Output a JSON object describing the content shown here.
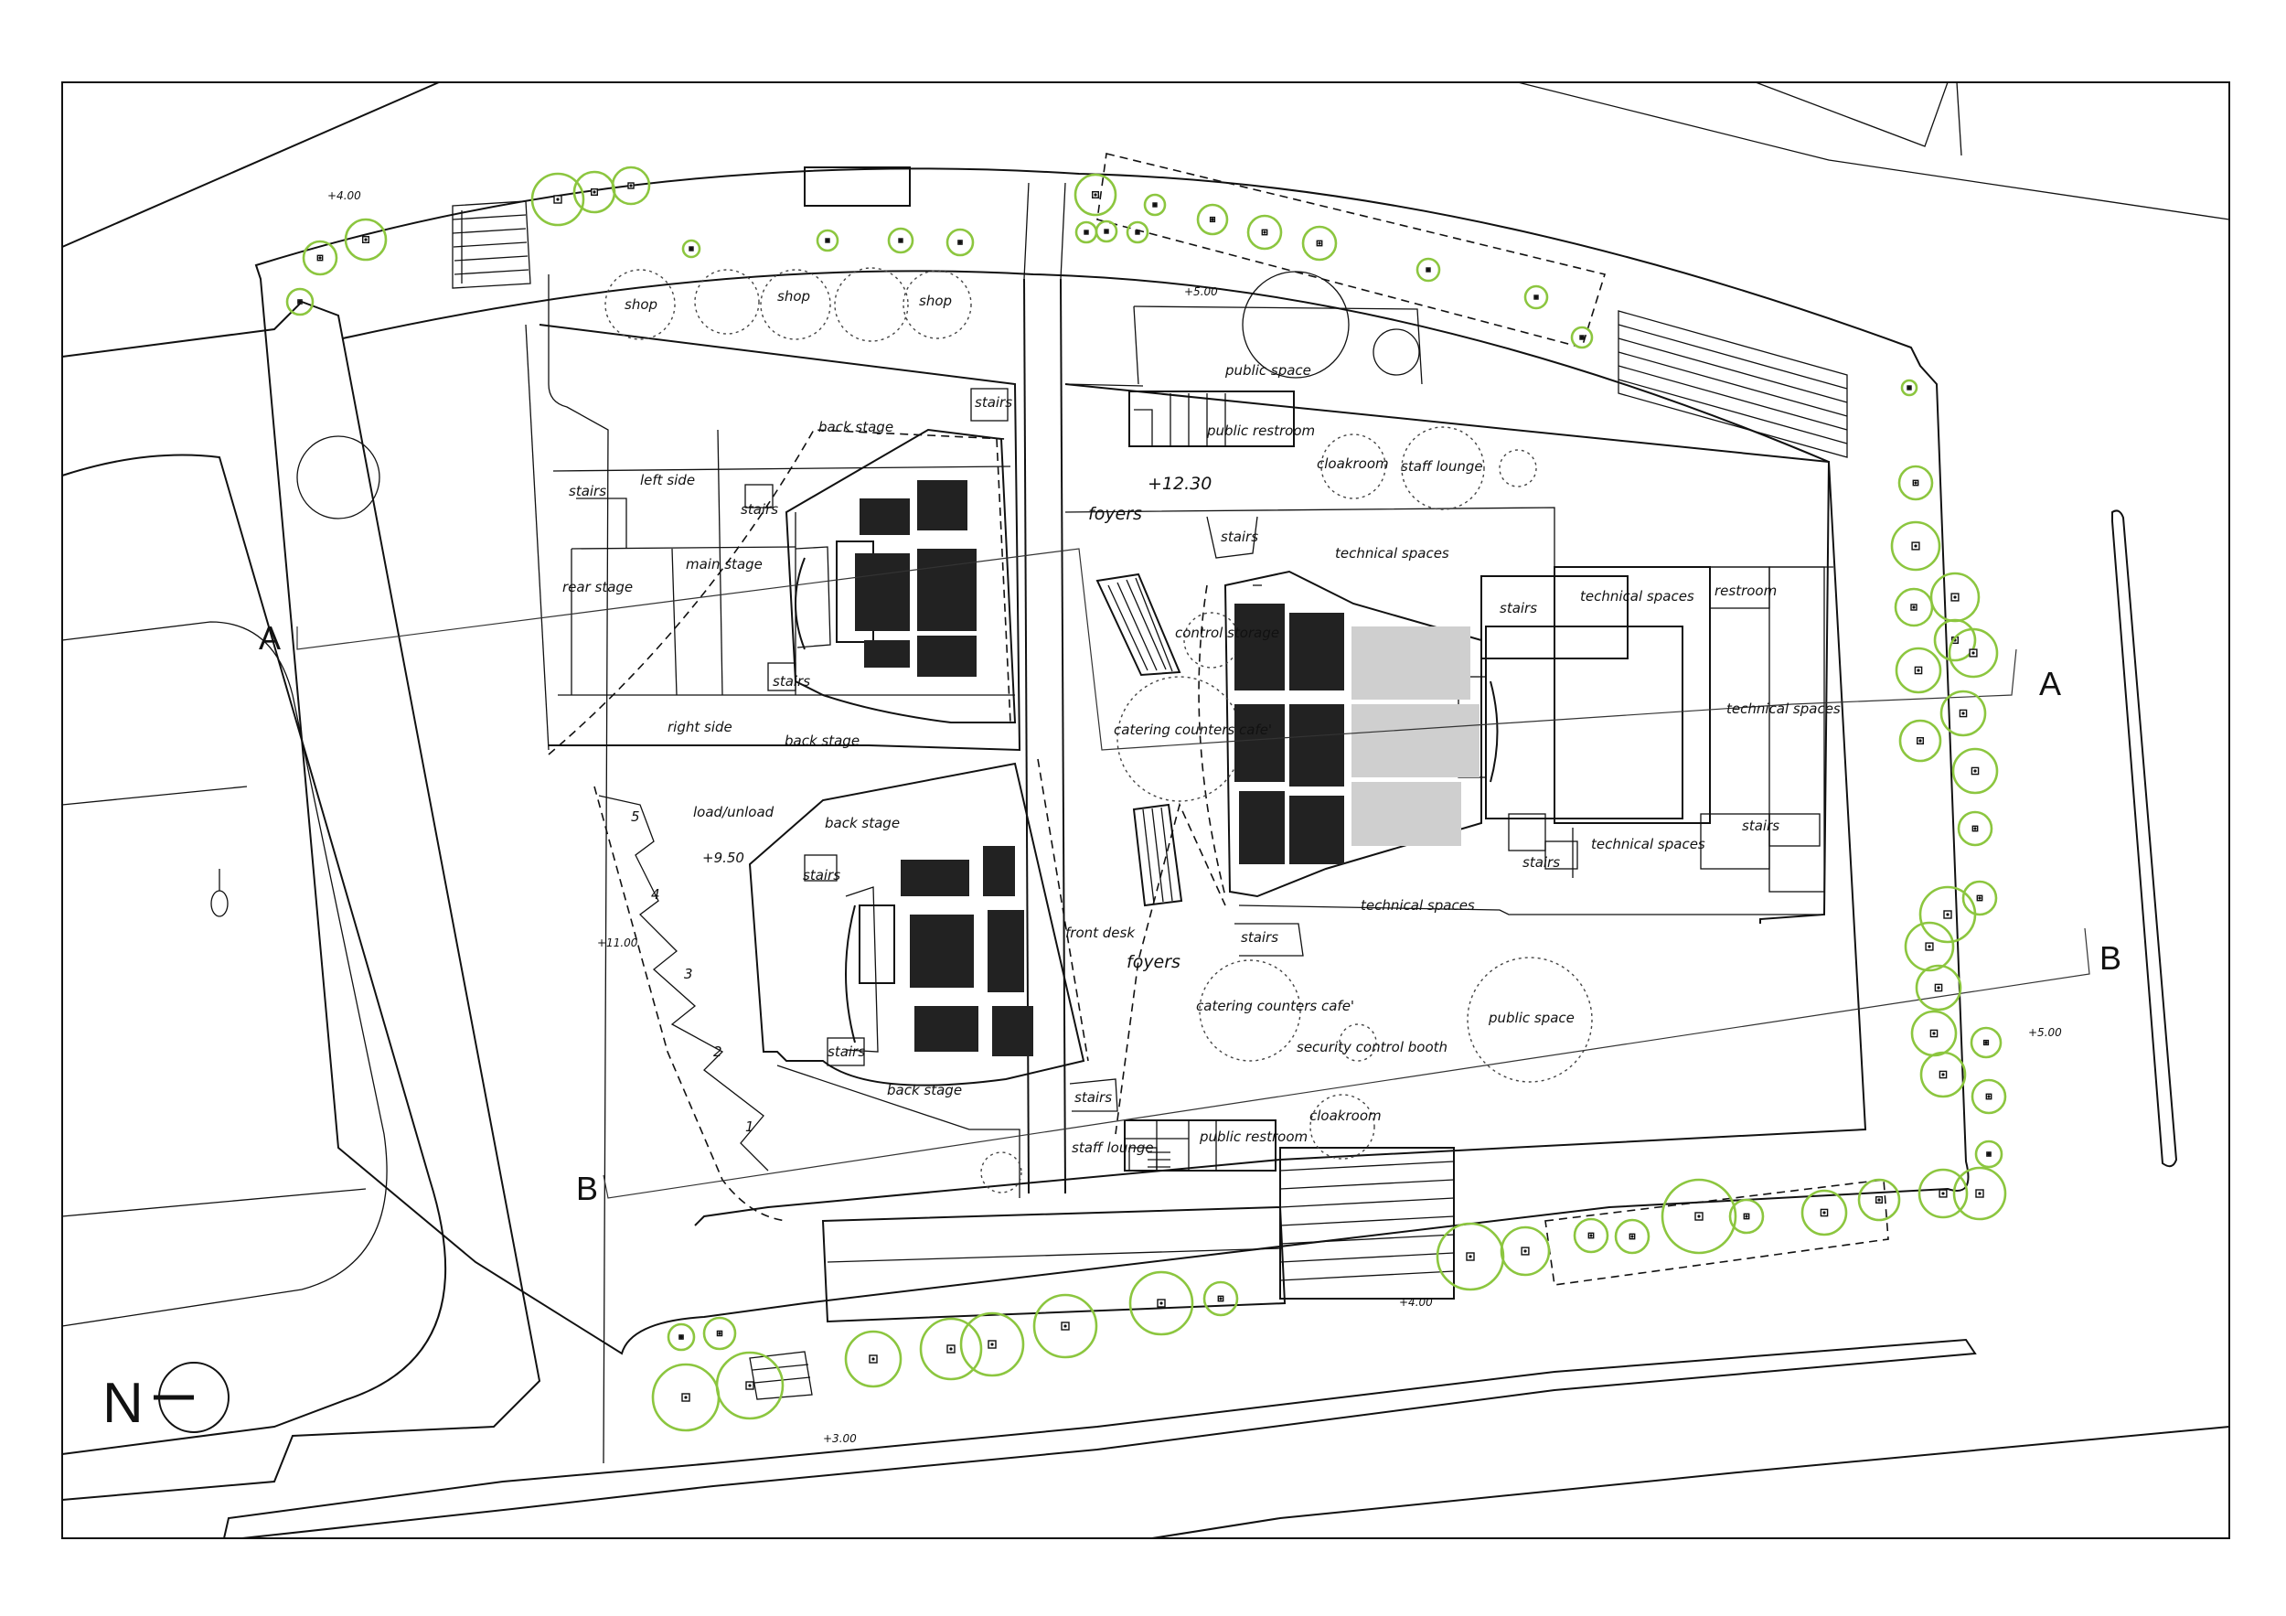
{
  "labels": {
    "shop_1": "shop",
    "shop_2": "shop",
    "shop_3": "shop",
    "public_space_top": "public space",
    "public_restroom_top": "public restroom",
    "cloakroom_top": "cloakroom",
    "staff_lounge_top": "staff lounge",
    "stairs_a": "stairs",
    "stairs_b": "stairs",
    "stairs_c": "stairs",
    "stairs_d": "stairs",
    "stairs_e": "stairs",
    "stairs_f": "stairs",
    "stairs_g": "stairs",
    "stairs_h": "stairs",
    "stairs_i": "stairs",
    "stairs_j": "stairs",
    "stairs_k": "stairs",
    "stairs_l": "stairs",
    "back_stage_1": "back stage",
    "back_stage_2": "back stage",
    "back_stage_3": "back stage",
    "back_stage_4": "back stage",
    "left_side": "left side",
    "right_side": "right side",
    "rear_stage": "rear stage",
    "main_stage": "main stage",
    "foyers_top": "foyers",
    "foyers_bottom": "foyers",
    "control_storage": "control storage",
    "catering_top": "catering counters cafe'",
    "catering_bottom": "catering counters cafe'",
    "front_desk": "front desk",
    "technical_spaces_1": "technical spaces",
    "technical_spaces_2": "technical spaces",
    "technical_spaces_3": "technical spaces",
    "technical_spaces_4": "technical spaces",
    "technical_spaces_5": "technical spaces",
    "restroom": "restroom",
    "load_unload": "load/unload",
    "security_booth": "security control booth",
    "cloakroom_bottom": "cloakroom",
    "public_space_bottom": "public space",
    "public_restroom_bottom": "public restroom",
    "staff_lounge_bottom": "staff lounge"
  },
  "bays": [
    "5",
    "4",
    "3",
    "2",
    "1"
  ],
  "elevations": {
    "e_400_top": "+4.00",
    "e_500_top": "+5.00",
    "e_1230": "+12.30",
    "e_950": "+9.50",
    "e_1100": "+11.00",
    "e_500_right": "+5.00",
    "e_400_bottom": "+4.00",
    "e_300": "+3.00"
  },
  "sections": {
    "a_left": "A",
    "a_right": "A",
    "b_left": "B",
    "b_right": "B"
  },
  "north": "N",
  "colors": {
    "tree": "#8cc63f",
    "line": "#111111",
    "seat": "#222222",
    "seat_light": "#cfcfcf"
  }
}
